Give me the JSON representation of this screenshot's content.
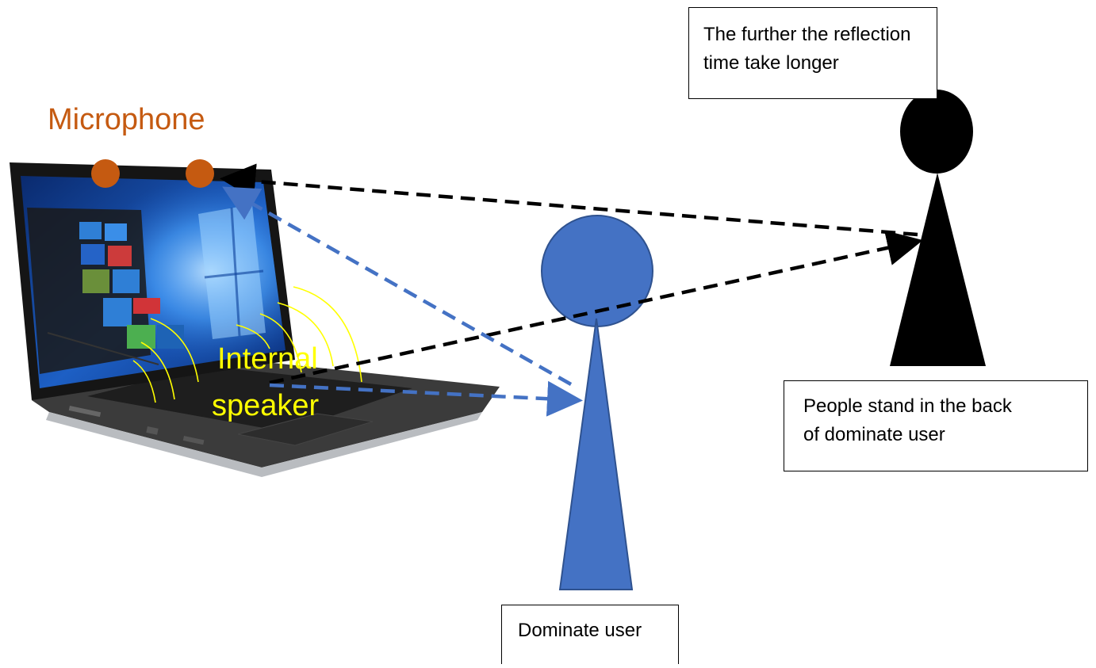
{
  "labels": {
    "microphone": "Microphone",
    "speaker_line1": "Internal",
    "speaker_line2": "speaker"
  },
  "notes": {
    "reflection": [
      "The further the reflection",
      "time take longer"
    ],
    "back_people": [
      "People stand in the back",
      "of dominate user"
    ],
    "dominate_user": "Dominate user"
  },
  "colors": {
    "microphone": "#c55a11",
    "speaker_waves": "#ffff00",
    "dominate_user": "#4472c4",
    "back_person": "#000000",
    "blue_arrow": "#4472c4",
    "black_arrow": "#000000"
  },
  "icons": [
    "laptop-icon",
    "microphone-dot-icon",
    "sound-wave-icon",
    "person-icon"
  ]
}
